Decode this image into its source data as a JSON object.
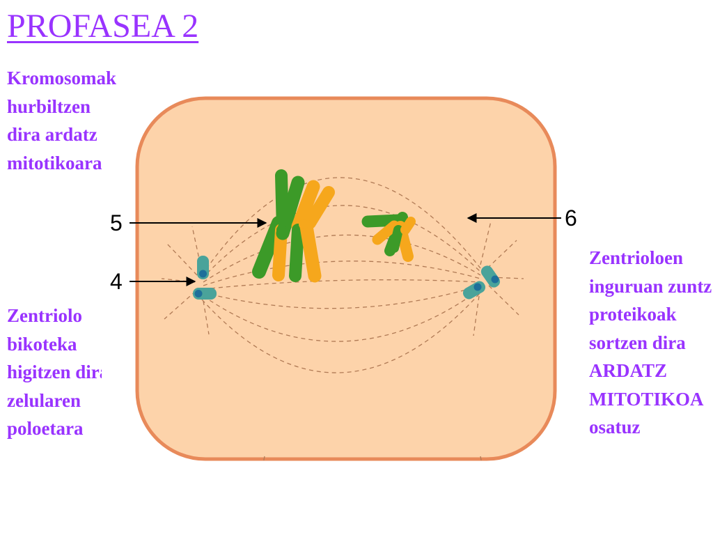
{
  "slide": {
    "title": "PROFASEA 2",
    "text_top": "Kromosomak\nhurbiltzen\ndira ardatz\nmitotikoara",
    "text_left": "Zentriolo\nbikoteka\nhigitzen dira\nzelularen\npoloetara",
    "text_right": "Zentrioloen\ninguruan zuntz\nproteikoak\nsortzen dira\nARDATZ\nMITOTIKOA\nosatuz"
  },
  "diagram": {
    "labels": {
      "five": "5",
      "four": "4",
      "six": "6"
    },
    "colors": {
      "cell_fill": "#fdd3aa",
      "cell_border": "#e88a5a",
      "chromatid_green": "#3c9a28",
      "chromatid_orange": "#f6a71c",
      "centriole": "#4aa39a",
      "centriole_dot": "#1f6f9a",
      "spindle": "#b07a55"
    }
  }
}
